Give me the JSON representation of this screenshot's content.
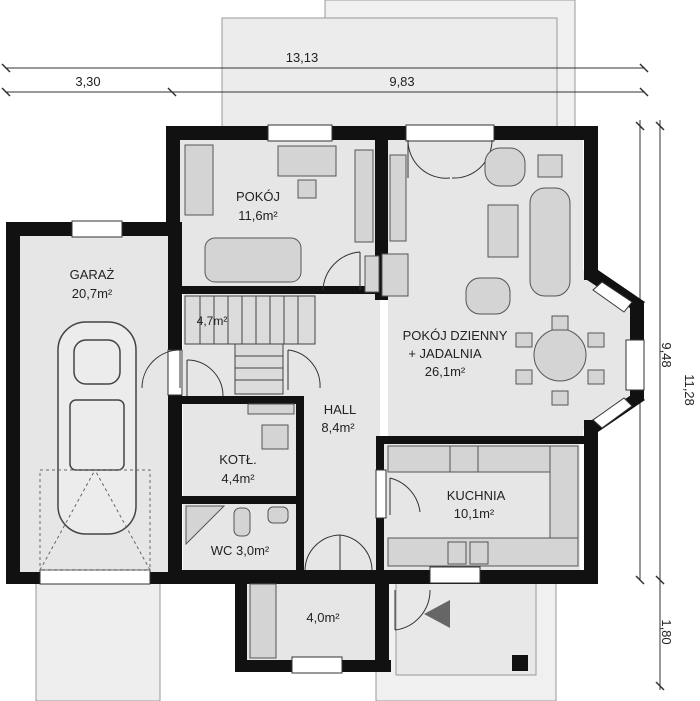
{
  "dimensions": {
    "top_total": "13,13",
    "top_left": "3,30",
    "top_right": "9,83",
    "right_outer": "11,28",
    "right_inner": "9,48",
    "right_bottom": "1,80"
  },
  "rooms": {
    "pokoj": {
      "name": "POKÓJ",
      "area": "11,6m²"
    },
    "garaz": {
      "name": "GARAŻ",
      "area": "20,7m²"
    },
    "schody": {
      "area": "4,7m²"
    },
    "dzienny": {
      "line1": "POKÓJ DZIENNY",
      "line2": "+ JADALNIA",
      "area": "26,1m²"
    },
    "hall": {
      "name": "HALL",
      "area": "8,4m²"
    },
    "kotl": {
      "name": "KOTŁ.",
      "area": "4,4m²"
    },
    "kuchnia": {
      "name": "KUCHNIA",
      "area": "10,1m²"
    },
    "wc": {
      "label": "WC 3,0m²"
    },
    "wiatrolap": {
      "area": "4,0m²"
    }
  },
  "colors": {
    "wall": "#111111",
    "floor": "#e6e6e6",
    "terrace": "#eeeeee",
    "furniture": "#d4d4d4"
  }
}
